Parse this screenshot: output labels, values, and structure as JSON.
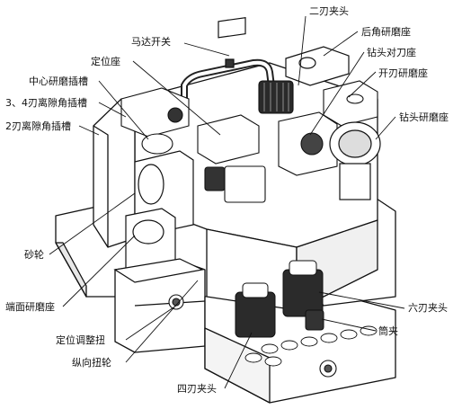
{
  "labels": {
    "two_blade_clamp": "二刃夹头",
    "motor_switch": "马达开关",
    "rear_angle_seat": "后角研磨座",
    "positioning_seat": "定位座",
    "drill_tool_seat": "钻头对刀座",
    "center_slot": "中心研磨插槽",
    "split_blade_seat": "开刃研磨座",
    "slot_34": "3、4刃离隙角插槽",
    "drill_grind_seat": "钻头研磨座",
    "slot_2": "2刃离隙角插槽",
    "wheel": "砂轮",
    "end_face_seat": "端面研磨座",
    "six_blade_clamp": "六刃夹头",
    "collet": "筒夹",
    "position_knob": "定位调整扭",
    "feed_knob": "纵向扭轮",
    "four_blade_clamp": "四刃夹头"
  }
}
